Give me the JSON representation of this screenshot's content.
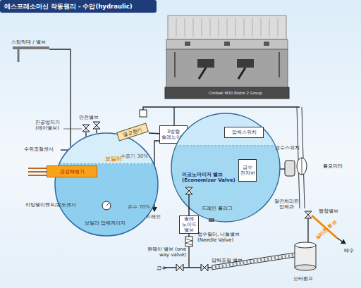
{
  "diagram": {
    "title": "에스프레소머신 작동원리 - 수압(hydraulic)",
    "nodes": [
      {
        "text": [
          "보일러",
          "수증기 30%",
          "온수 70%"
        ]
      },
      {
        "text": [
          "금강채빙기"
        ],
        "in": 0
      },
      {
        "text": [
          "열교환기"
        ]
      },
      {
        "text": [
          "3방향 솔레노이드"
        ]
      },
      {
        "text": [
          "이코노마이저 밸브 (Economizer Valve)"
        ]
      },
      {
        "text": [
          "압력스위치"
        ],
        "in": 4
      },
      {
        "text": [
          "급수 전자변"
        ],
        "in": 4
      },
      {
        "text": [
          "솔레 노이드 밸브"
        ]
      }
    ],
    "edges": [
      {
        "from": 7,
        "to": 4,
        "arrow": "none"
      },
      {
        "from": 2,
        "to": 3,
        "arrow": "none"
      }
    ],
    "labels": [
      "스팀막대 / 밸브",
      "안전밸브",
      "진공방지기 (에어밸브)",
      "수위조절센서",
      "히팅엘리멘트/온도센서",
      "보일러 압력게이지",
      "드레인",
      "급수스위치",
      "드레인 플러그",
      "플로미터",
      "절연처리된 압력관",
      "팽창밸브",
      "실리콘 튜브",
      "배수",
      "정수필터, 니들밸브(Needle Valve)",
      "원웨이 밸브 (one way valve)",
      "압력조절 밸브",
      "급수",
      "모터펌프",
      "Cimbali M30 Bistro 2 Group"
    ]
  }
}
